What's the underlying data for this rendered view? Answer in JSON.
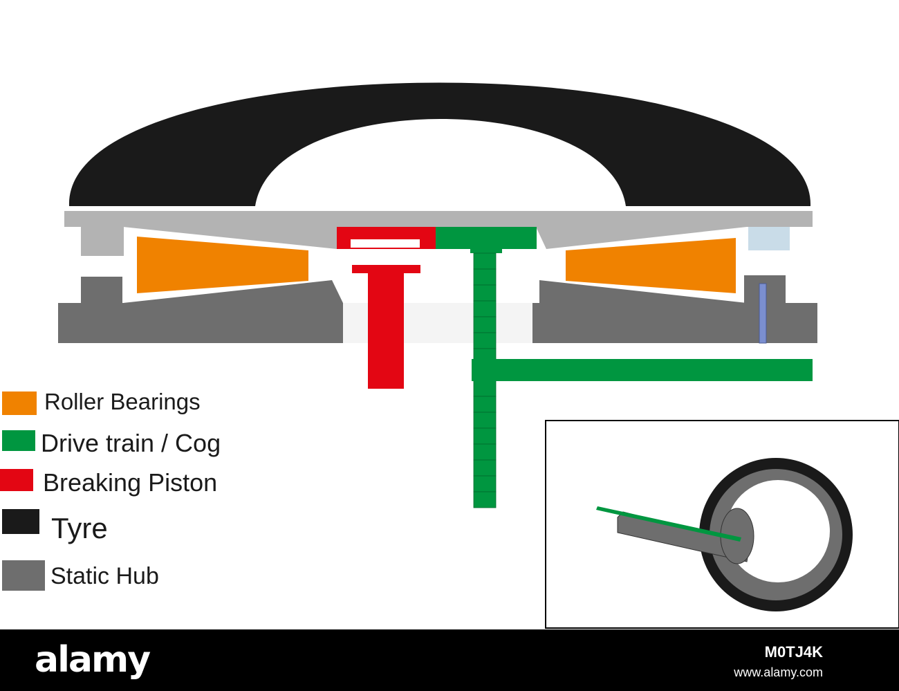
{
  "colors": {
    "tyre": "#1a1a1a",
    "static_hub": "#6e6e6e",
    "hub_plate": "#b3b3b3",
    "roller_bearings": "#f08200",
    "drive_train": "#009640",
    "breaking_piston": "#e30613",
    "bolt": "#7b8fd0",
    "light_block": "#c9dce8"
  },
  "legend": [
    {
      "key": "roller_bearings",
      "label": "Roller Bearings",
      "swatch_icon": "orange-square-icon"
    },
    {
      "key": "drive_train",
      "label": "Drive train / Cog",
      "swatch_icon": "green-square-icon"
    },
    {
      "key": "breaking_piston",
      "label": "Breaking Piston",
      "swatch_icon": "red-square-icon"
    },
    {
      "key": "tyre",
      "label": "Tyre",
      "swatch_icon": "black-square-icon"
    },
    {
      "key": "static_hub",
      "label": "Static Hub",
      "swatch_icon": "grey-square-icon"
    }
  ],
  "footer": {
    "logo": "alamy",
    "image_id": "M0TJ4K",
    "url": "www.alamy.com"
  }
}
